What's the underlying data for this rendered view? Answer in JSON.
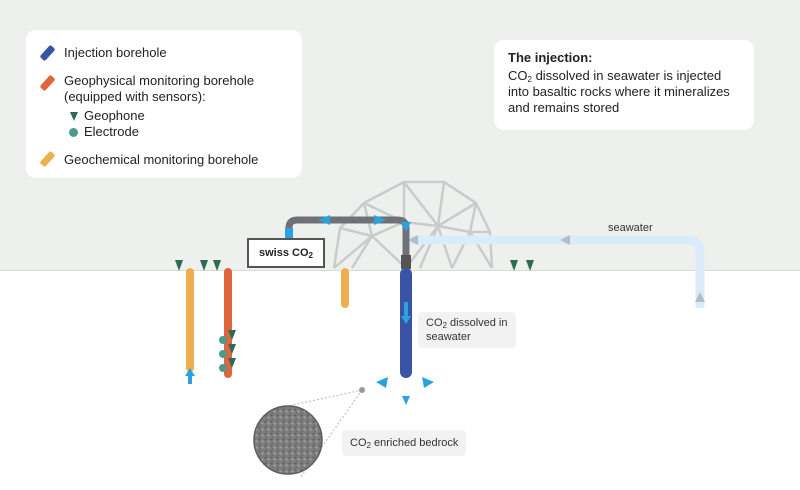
{
  "legend": {
    "injection": "Injection borehole",
    "geophysical": "Geophysical monitoring borehole",
    "geophysical_sub": "(equipped with sensors):",
    "geophone": "Geophone",
    "electrode": "Electrode",
    "geochemical": "Geochemical monitoring borehole"
  },
  "info": {
    "title": "The injection:",
    "co2": "CO",
    "sub2": "2",
    "text": " dissolved in seawater is injected into basaltic rocks where it mineralizes and remains stored"
  },
  "tank": {
    "label": "swiss CO",
    "sub": "2"
  },
  "seawater_label": "seawater",
  "callout_dissolved": {
    "co2": "CO",
    "sub": "2",
    "rest": "dissolved in",
    "line2": "seawater"
  },
  "callout_bedrock": {
    "co2": "CO",
    "sub": "2",
    "rest": " enriched bedrock"
  },
  "colors": {
    "injection": "#3a53a4",
    "geophysical": "#e0643c",
    "geochemical": "#ecb14e",
    "geophone": "#2e6b57",
    "electrode": "#4a9a8d",
    "flow_arrow": "#29a3e0",
    "seawater_pipe": "#dcebf9",
    "co2_pipe": "#6e7177"
  }
}
